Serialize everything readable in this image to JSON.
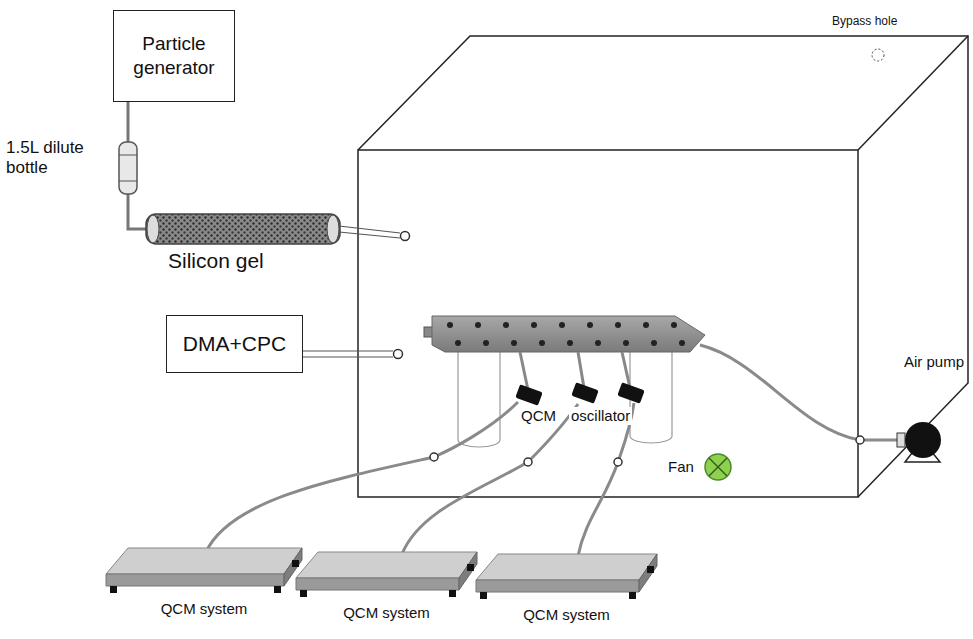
{
  "diagram": {
    "nodes": [
      {
        "text": [
          "Particle generator"
        ]
      },
      {
        "text": [
          "DMA+CPC"
        ]
      },
      {
        "text": [
          "QCM system"
        ]
      },
      {
        "text": [
          "QCM system"
        ]
      },
      {
        "text": [
          "QCM system"
        ]
      }
    ],
    "labels": [
      "1.5L dilute bottle",
      "Silicon gel",
      "Bypass hole",
      "QCM",
      "oscillator",
      "Fan",
      "Air pump"
    ]
  }
}
